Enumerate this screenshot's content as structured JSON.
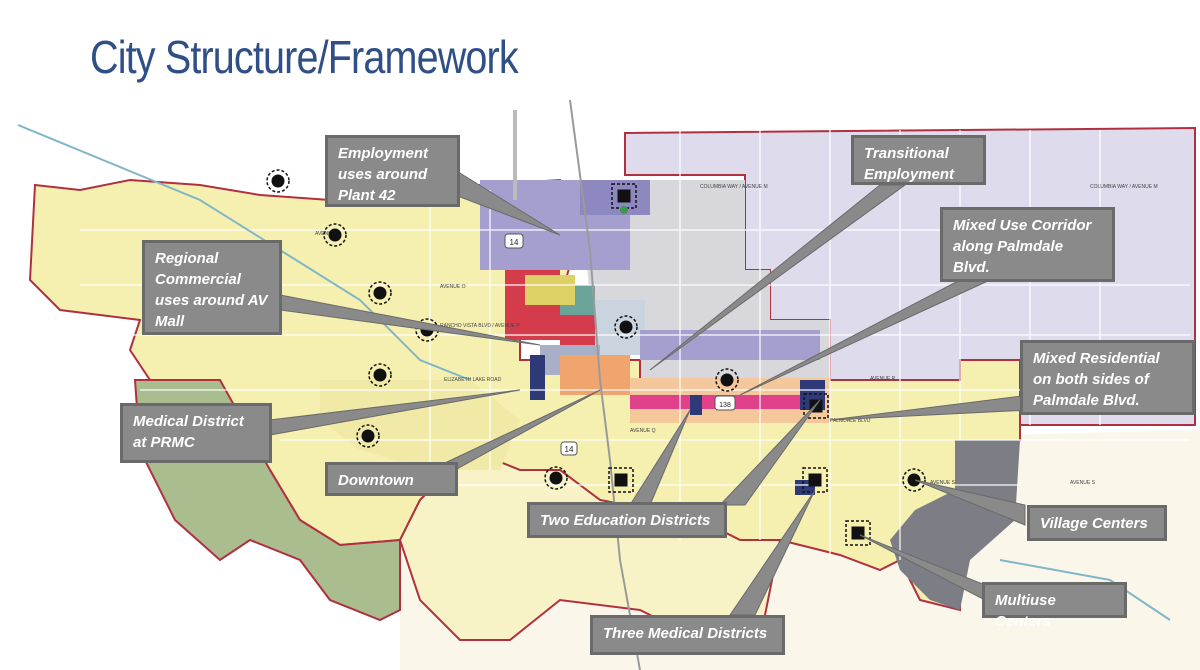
{
  "title": "City Structure/Framework",
  "callouts": {
    "employment_plant42": "Employment uses around Plant 42",
    "transitional_employment": "Transitional Employment",
    "mixed_use_corridor": "Mixed Use Corridor along Palmdale Blvd.",
    "regional_commercial": "Regional Commercial uses around AV Mall",
    "mixed_residential": "Mixed Residential on both sides of Palmdale Blvd.",
    "medical_district": "Medical District at PRMC",
    "downtown": "Downtown",
    "two_education": "Two Education Districts",
    "village_centers": "Village Centers",
    "multiuse_centers": "Multiuse Centers",
    "three_medical": "Three Medical Districts"
  },
  "map_labels": {
    "highway_14": "14",
    "route_138": "138",
    "columbia_way": "COLUMBIA WAY / AVENUE M",
    "avenue_n": "AVENUE N",
    "avenue_o": "AVENUE O",
    "avenue_p": "AVENUE P",
    "avenue_q": "AVENUE Q",
    "avenue_r": "AVENUE R",
    "avenue_s": "AVENUE S",
    "palmdale_blvd": "PALMDALE BLVD",
    "rancho_vista": "RANCHO VISTA BLVD / AVENUE P",
    "elizabeth_lake": "ELIZABETH LAKE ROAD"
  },
  "colors": {
    "title": "#2f4f86",
    "callout_bg": "#8a8a8a",
    "city_boundary": "#b03040",
    "residential_yellow": "#f6f0b4",
    "lavender": "#d9d6ea",
    "purple": "#a49fcf",
    "open_space_green": "#a9bd8e",
    "dark_gray": "#7d7d85",
    "commercial_red": "#d43c4c",
    "teal": "#6aa39a",
    "orange": "#f0a56e",
    "pink": "#e0418a",
    "navy": "#2e3a78"
  },
  "legend_icons": [
    "village-center-icon",
    "multiuse-center-icon"
  ]
}
